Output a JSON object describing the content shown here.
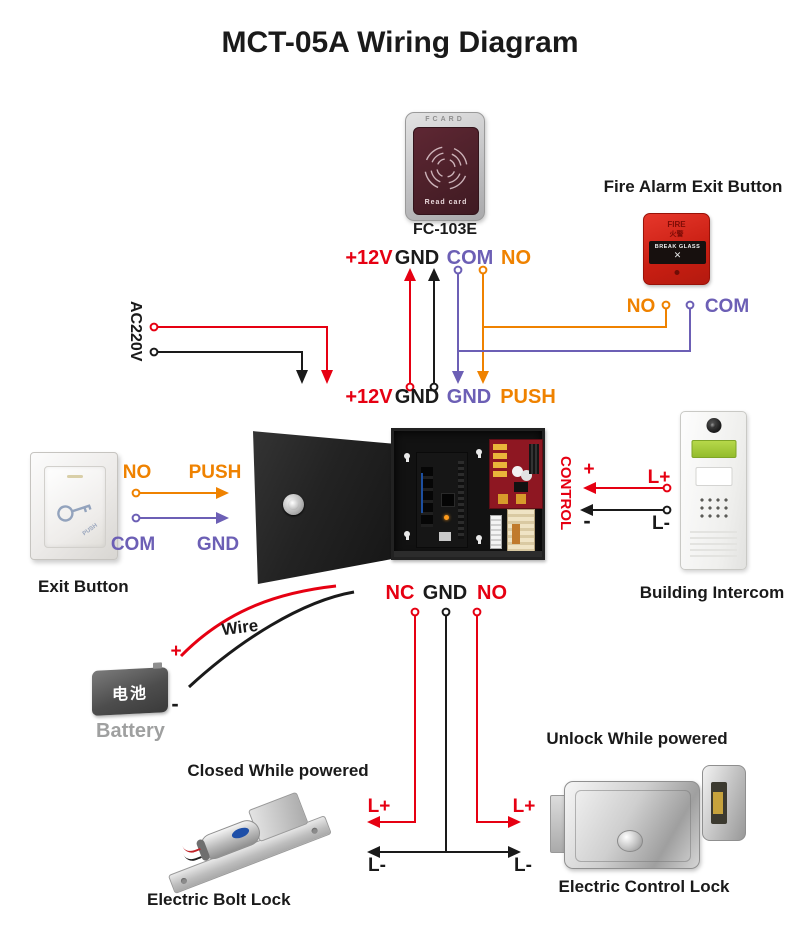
{
  "title": "MCT-05A Wiring Diagram",
  "colors": {
    "red": "#e60012",
    "orange": "#ef8200",
    "purple": "#6c5fb5",
    "black": "#1a1a1a",
    "gray": "#9fa0a0"
  },
  "card_reader": {
    "brand": "FCARD",
    "face_text": "Read card",
    "model": "FC-103E"
  },
  "fire_alarm": {
    "title": "Fire Alarm Exit Button",
    "fire_en": "FIRE",
    "fire_cn": "火警",
    "band": "BREAK GLASS",
    "no": "NO",
    "com": "COM"
  },
  "reader_bus": {
    "top": [
      "+12V",
      "GND",
      "COM",
      "NO"
    ],
    "bottom": [
      "+12V",
      "GND",
      "GND",
      "PUSH"
    ]
  },
  "ac_power": {
    "label": "AC220V"
  },
  "exit_button": {
    "no": "NO",
    "push": "PUSH",
    "com": "COM",
    "gnd": "GND",
    "face_push": "PUSH",
    "label": "Exit Button"
  },
  "intercom": {
    "control": "CONTROL",
    "plus": "+",
    "minus": "-",
    "l_plus": "L+",
    "l_minus": "L-",
    "label": "Building Intercom"
  },
  "relay": {
    "nc": "NC",
    "gnd": "GND",
    "no": "NO"
  },
  "battery": {
    "wire": "Wire",
    "plus": "+",
    "minus": "-",
    "cn": "电池",
    "label": "Battery"
  },
  "bolt_lock": {
    "title": "Closed While powered",
    "l_plus": "L+",
    "l_minus": "L-",
    "label": "Electric Bolt Lock"
  },
  "control_lock": {
    "title": "Unlock While powered",
    "l_plus": "L+",
    "l_minus": "L-",
    "label": "Electric Control Lock"
  }
}
